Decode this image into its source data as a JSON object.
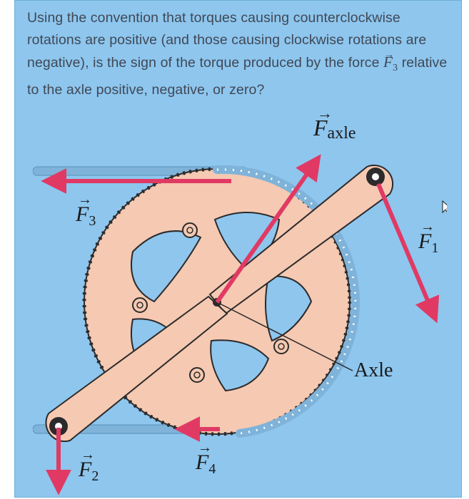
{
  "question": {
    "text_before": "Using the convention that torques causing counterclockwise rotations are positive (and those causing clockwise rotations are negative), is the sign of the torque produced by the force ",
    "force_symbol": "F",
    "force_subscript": "3",
    "text_after": " relative to the axle positive, negative, or zero?"
  },
  "figure": {
    "label_faxle_symbol": "F",
    "label_faxle_sub": "axle",
    "label_f1_symbol": "F",
    "label_f1_sub": "1",
    "label_f2_symbol": "F",
    "label_f2_sub": "2",
    "label_f3_symbol": "F",
    "label_f3_sub": "3",
    "label_f4_symbol": "F",
    "label_f4_sub": "4",
    "label_axle": "Axle",
    "colors": {
      "sprocket": "#f5c9b2",
      "outline": "#2c2a2a",
      "force_arrow": "#e03a64",
      "chain": "#7fb3d9",
      "background": "#8ec6ee"
    }
  }
}
